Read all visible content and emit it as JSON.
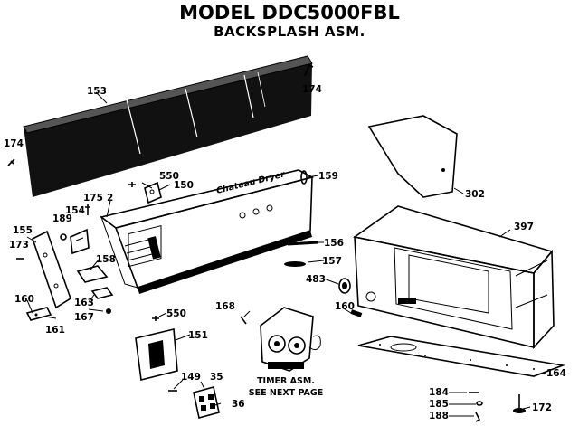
{
  "header": {
    "model": "MODEL DDC5000FBL",
    "assembly": "BACKSPLASH ASM."
  },
  "parts": {
    "p153": "153",
    "p174a": "174",
    "p174b": "174",
    "p550a": "550",
    "p150": "150",
    "p159": "159",
    "p302": "302",
    "p175": "175",
    "p2": "2",
    "p189": "189",
    "p154": "154",
    "p155": "155",
    "p173": "173",
    "p158": "158",
    "p160a": "160",
    "p163": "163",
    "p167": "167",
    "p161": "161",
    "p156": "156",
    "p157": "157",
    "p397": "397",
    "p483": "483",
    "p160b": "160",
    "p550b": "550",
    "p168": "168",
    "p151": "151",
    "p149": "149",
    "p35": "35",
    "p36": "36",
    "p164": "164",
    "p184": "184",
    "p185": "185",
    "p188": "188",
    "p172": "172"
  },
  "timer_note": {
    "line1": "TIMER ASM.",
    "line2": "SEE NEXT PAGE"
  },
  "console_script": "Chateau Dryer"
}
